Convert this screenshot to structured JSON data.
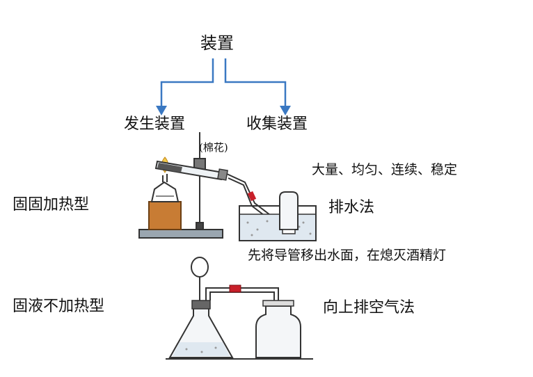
{
  "title": "装置",
  "branches": {
    "generation": "发生装置",
    "collection": "收集装置"
  },
  "labels": {
    "cotton": "(棉花)",
    "solid_heating": "固固加热型",
    "solid_liquid": "固液不加热型",
    "water_method": "排水法",
    "bubbles_note": "大量、均匀、连续、稳定",
    "water_caution": "先将导管移出水面，在熄灭酒精灯",
    "upward_air": "向上排空气法"
  },
  "colors": {
    "arrow": "#3a78c2",
    "stopper_red": "#c8202a",
    "wood": "#c87c34",
    "line": "#333333"
  }
}
